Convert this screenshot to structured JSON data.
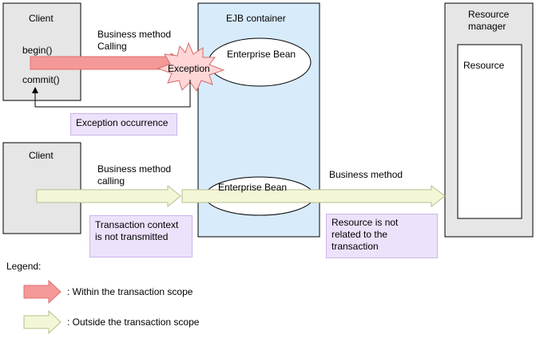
{
  "top_client": {
    "title": "Client",
    "begin": "begin()",
    "commit": "commit()"
  },
  "top_call": {
    "line1": "Business method",
    "line2": "Calling"
  },
  "exception": {
    "label": "Exception"
  },
  "ejb": {
    "title": "EJB container",
    "bean_top": "Enterprise Bean",
    "bean_bottom": "Enterprise Bean"
  },
  "exception_note": "Exception occurrence",
  "bottom_client": {
    "title": "Client"
  },
  "bottom_call": {
    "line1": "Business method",
    "line2": "calling"
  },
  "tx_note": {
    "line1": "Transaction context",
    "line2": "is not transmitted"
  },
  "business_method": "Business method",
  "resource_note": {
    "line1": "Resource is not",
    "line2": "related to the",
    "line3": "transaction"
  },
  "resource_manager": {
    "line1": "Resource",
    "line2": "manager",
    "resource": "Resource"
  },
  "legend": {
    "title": "Legend:",
    "within": ": Within the transaction scope",
    "outside": ": Outside the transaction scope"
  },
  "colors": {
    "within_arrow": "#f49898",
    "outside_arrow": "#f4f6d8",
    "container_fill": "#d7ebfb",
    "box_fill": "#e6e6e6",
    "note_fill": "#ede2fb"
  }
}
